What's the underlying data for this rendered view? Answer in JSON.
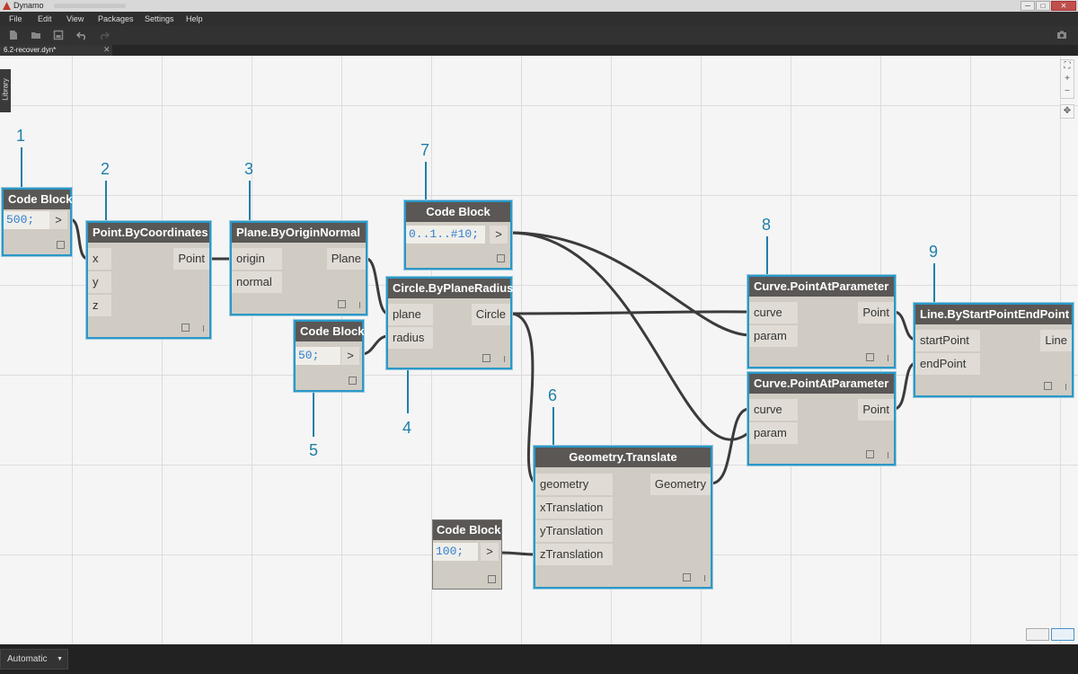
{
  "window": {
    "title": "Dynamo",
    "min": "─",
    "max": "□",
    "close": "✕"
  },
  "menu": [
    "File",
    "Edit",
    "View",
    "Packages",
    "Settings",
    "Help"
  ],
  "toolbar": {
    "icons": [
      "new-file-icon",
      "open-folder-icon",
      "save-icon",
      "undo-icon",
      "redo-icon",
      "camera-icon"
    ]
  },
  "tab": {
    "label": "6.2-recover.dyn*",
    "close": "✕"
  },
  "sidebar": {
    "library_label": "Library"
  },
  "zoom": {
    "fit": "⛶",
    "zoom_in": "+",
    "zoom_out": "−",
    "pan": "✥"
  },
  "nodes": {
    "cb500": {
      "title": "Code Block",
      "code": "500;",
      "out": ">"
    },
    "point": {
      "title": "Point.ByCoordinates",
      "inputs": [
        "x",
        "y",
        "z"
      ],
      "output": "Point"
    },
    "plane": {
      "title": "Plane.ByOriginNormal",
      "inputs": [
        "origin",
        "normal"
      ],
      "output": "Plane"
    },
    "cb50": {
      "title": "Code Block",
      "code": "50;",
      "out": ">"
    },
    "circle": {
      "title": "Circle.ByPlaneRadius",
      "inputs": [
        "plane",
        "radius"
      ],
      "output": "Circle"
    },
    "cbrange": {
      "title": "Code Block",
      "code": "0..1..#10;",
      "out": ">"
    },
    "translate": {
      "title": "Geometry.Translate",
      "inputs": [
        "geometry",
        "xTranslation",
        "yTranslation",
        "zTranslation"
      ],
      "output": "Geometry"
    },
    "cb100": {
      "title": "Code Block",
      "code": "100;",
      "out": ">"
    },
    "cpap1": {
      "title": "Curve.PointAtParameter",
      "inputs": [
        "curve",
        "param"
      ],
      "output": "Point"
    },
    "cpap2": {
      "title": "Curve.PointAtParameter",
      "inputs": [
        "curve",
        "param"
      ],
      "output": "Point"
    },
    "line": {
      "title": "Line.ByStartPointEndPoint",
      "inputs": [
        "startPoint",
        "endPoint"
      ],
      "output": "Line"
    }
  },
  "annotations": [
    "1",
    "2",
    "3",
    "4",
    "5",
    "6",
    "7",
    "8",
    "9"
  ],
  "run_mode": "Automatic"
}
